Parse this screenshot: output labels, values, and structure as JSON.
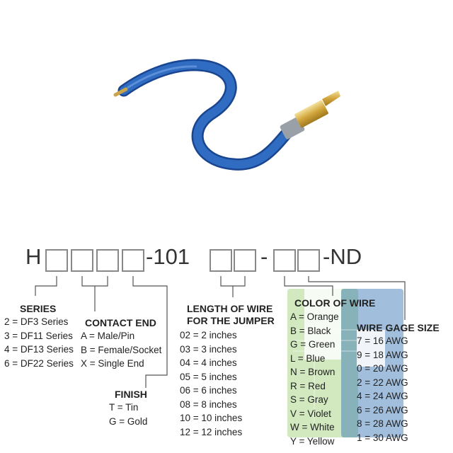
{
  "part_number": {
    "prefix": "H",
    "middle": "-101",
    "dash": "-",
    "suffix": "-ND"
  },
  "series": {
    "heading": "SERIES",
    "items": [
      "2 = DF3 Series",
      "3 = DF11 Series",
      "4 = DF13 Series",
      "6 = DF22 Series"
    ]
  },
  "contact_end": {
    "heading": "CONTACT END",
    "items": [
      "A = Male/Pin",
      "B = Female/Socket",
      "X = Single End"
    ]
  },
  "finish": {
    "heading": "FINISH",
    "items": [
      "T = Tin",
      "G = Gold"
    ]
  },
  "length": {
    "heading_line1": "LENGTH OF WIRE",
    "heading_line2": "FOR THE JUMPER",
    "items": [
      "02 = 2 inches",
      "03 = 3 inches",
      "04 = 4 inches",
      "05 = 5 inches",
      "06 = 6 inches",
      "08 = 8 inches",
      "10 = 10 inches",
      "12 = 12 inches"
    ]
  },
  "color": {
    "heading": "COLOR OF WIRE",
    "items": [
      "A = Orange",
      "B = Black",
      "G = Green",
      "L = Blue",
      "N = Brown",
      "R = Red",
      "S = Gray",
      "V = Violet",
      "W = White",
      "Y = Yellow"
    ]
  },
  "gage": {
    "heading": "WIRE GAGE SIZE",
    "items": [
      "7 = 16 AWG",
      "9 = 18 AWG",
      "0 = 20 AWG",
      "2 = 22 AWG",
      "4 = 24 AWG",
      "6 = 26 AWG",
      "8 = 28 AWG",
      "1 = 30 AWG"
    ]
  },
  "colors": {
    "wire": "#2a5fb0",
    "gold": "#d9b24a",
    "logo_green": "#7ec04a",
    "logo_blue": "#2f6fb3"
  }
}
